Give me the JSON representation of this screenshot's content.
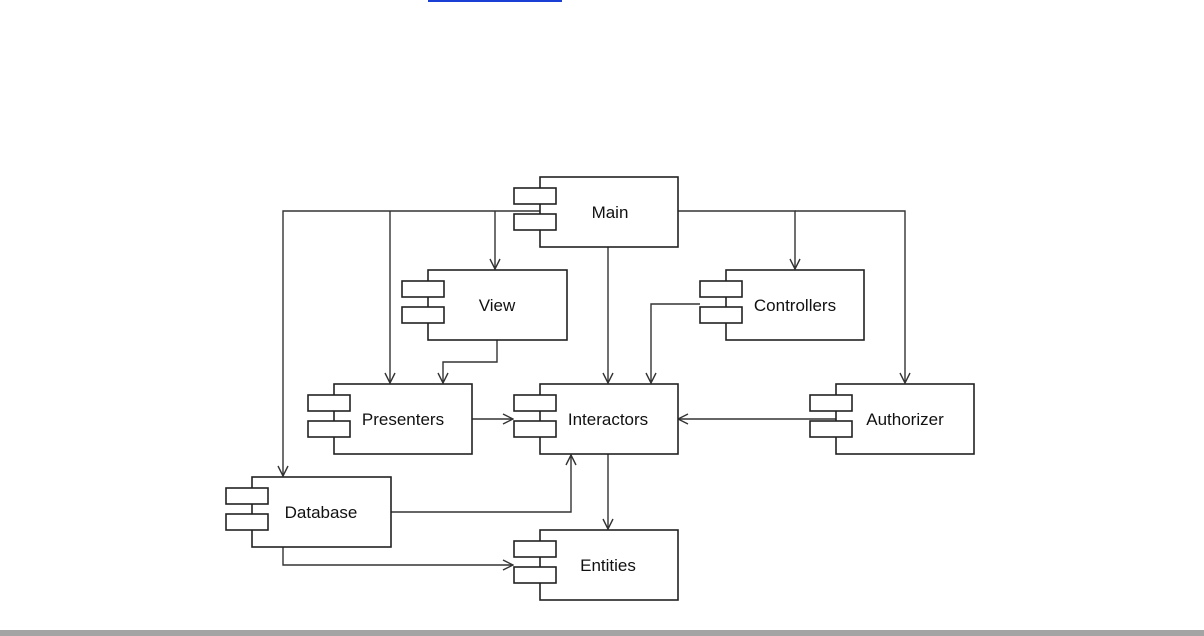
{
  "diagram": {
    "components": [
      {
        "id": "main",
        "label": "Main"
      },
      {
        "id": "view",
        "label": "View"
      },
      {
        "id": "controllers",
        "label": "Controllers"
      },
      {
        "id": "presenters",
        "label": "Presenters"
      },
      {
        "id": "interactors",
        "label": "Interactors"
      },
      {
        "id": "authorizer",
        "label": "Authorizer"
      },
      {
        "id": "database",
        "label": "Database"
      },
      {
        "id": "entities",
        "label": "Entities"
      }
    ],
    "dependencies": [
      {
        "from": "main",
        "to": "database"
      },
      {
        "from": "main",
        "to": "presenters"
      },
      {
        "from": "main",
        "to": "view"
      },
      {
        "from": "main",
        "to": "interactors"
      },
      {
        "from": "main",
        "to": "controllers"
      },
      {
        "from": "main",
        "to": "authorizer"
      },
      {
        "from": "view",
        "to": "presenters"
      },
      {
        "from": "controllers",
        "to": "interactors"
      },
      {
        "from": "presenters",
        "to": "interactors"
      },
      {
        "from": "authorizer",
        "to": "interactors"
      },
      {
        "from": "database",
        "to": "interactors"
      },
      {
        "from": "interactors",
        "to": "entities"
      },
      {
        "from": "database",
        "to": "entities"
      }
    ],
    "colors": {
      "line": "#333333",
      "box_stroke": "#222222",
      "link_accent": "#1a3fd4",
      "bottom_bar": "#a4a4a4"
    }
  }
}
